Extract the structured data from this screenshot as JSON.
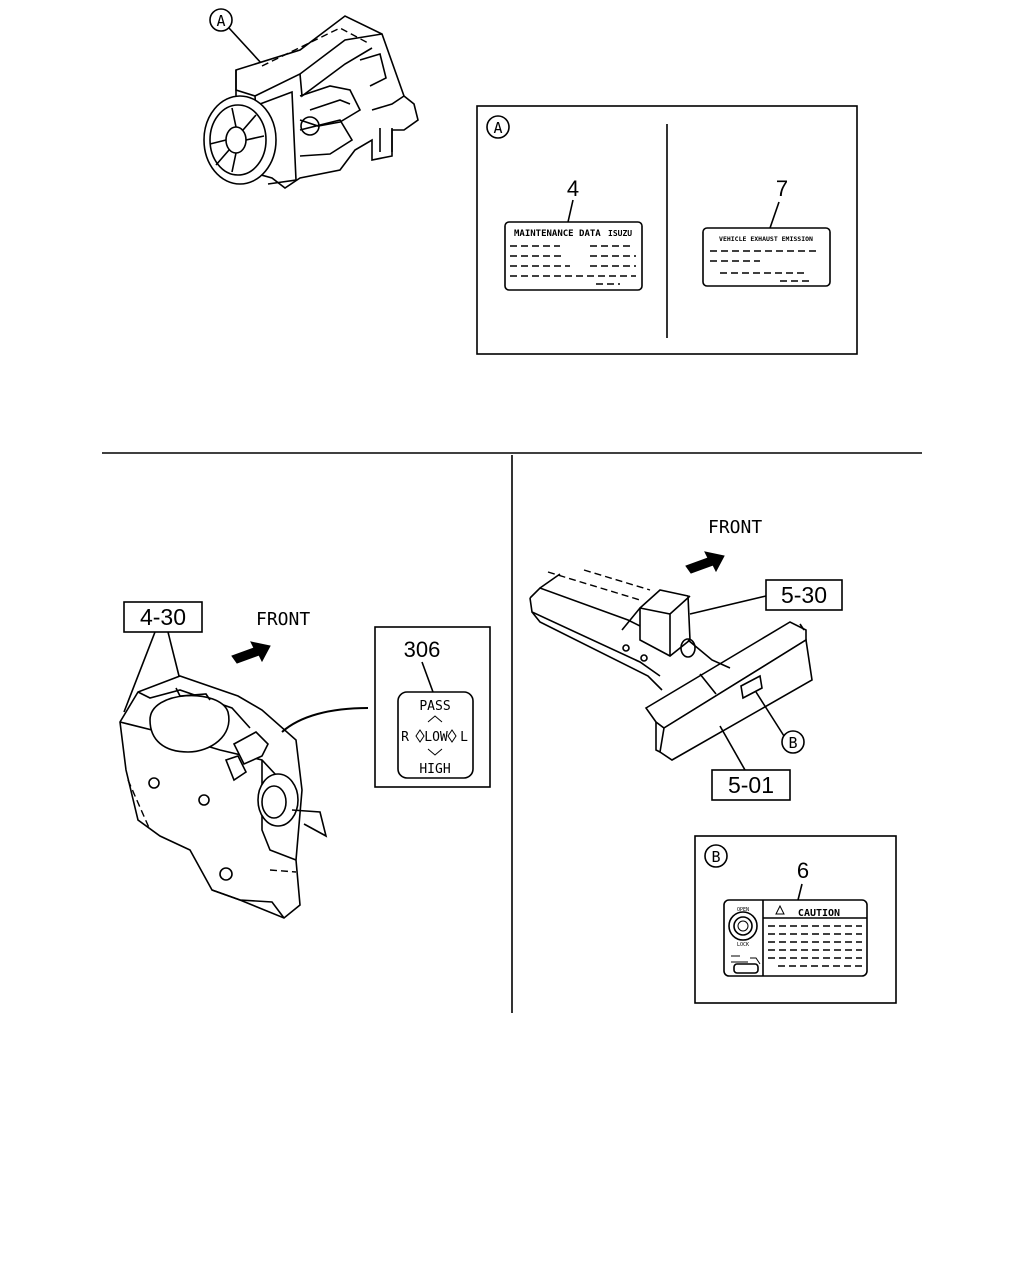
{
  "engine": {
    "callout_a": "A"
  },
  "detail_a": {
    "circle_label": "A",
    "left": {
      "part_no": "4",
      "label_title": "MAINTENANCE DATA",
      "label_brand": "ISUZU"
    },
    "right": {
      "part_no": "7",
      "label_title": "VEHICLE EXHAUST EMISSION"
    }
  },
  "switch_view": {
    "ref_box": "4-30",
    "front_label": "FRONT",
    "label_box": {
      "part_no": "306",
      "pass": "PASS",
      "r": "R",
      "low": "LOW",
      "l": "L",
      "high": "HIGH"
    }
  },
  "frame_view": {
    "front_label": "FRONT",
    "ref_top": "5-30",
    "ref_bottom": "5-01",
    "callout_b": "B"
  },
  "detail_b": {
    "circle_label": "B",
    "part_no": "6",
    "caution_text": "CAUTION",
    "lock_open": "OPEN",
    "lock_lock": "LOCK"
  }
}
